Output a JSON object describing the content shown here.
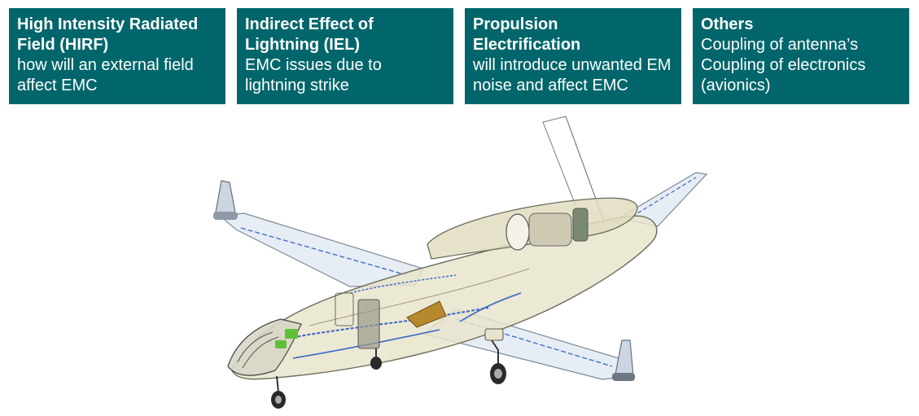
{
  "boxes": [
    {
      "title": "High Intensity Radiated Field (HIRF)",
      "body": "how will an external field affect EMC"
    },
    {
      "title": "Indirect Effect of Lightning (IEL)",
      "body": "EMC issues due to lightning strike"
    },
    {
      "title": "Propulsion Electrification",
      "body": "will introduce unwanted EM noise and affect EMC"
    },
    {
      "title": "Others",
      "body": "Coupling of antenna’s Coupling of electronics (avionics)"
    }
  ],
  "colors": {
    "box_background": "#00666b",
    "box_text": "#ffffff",
    "airframe_fill": "#e8e4cc",
    "airframe_stroke": "#6b6b5a",
    "harness_blue": "#3a66c4",
    "wing_fill": "#e6edf4",
    "cockpit_green": "#5fbf3a"
  }
}
